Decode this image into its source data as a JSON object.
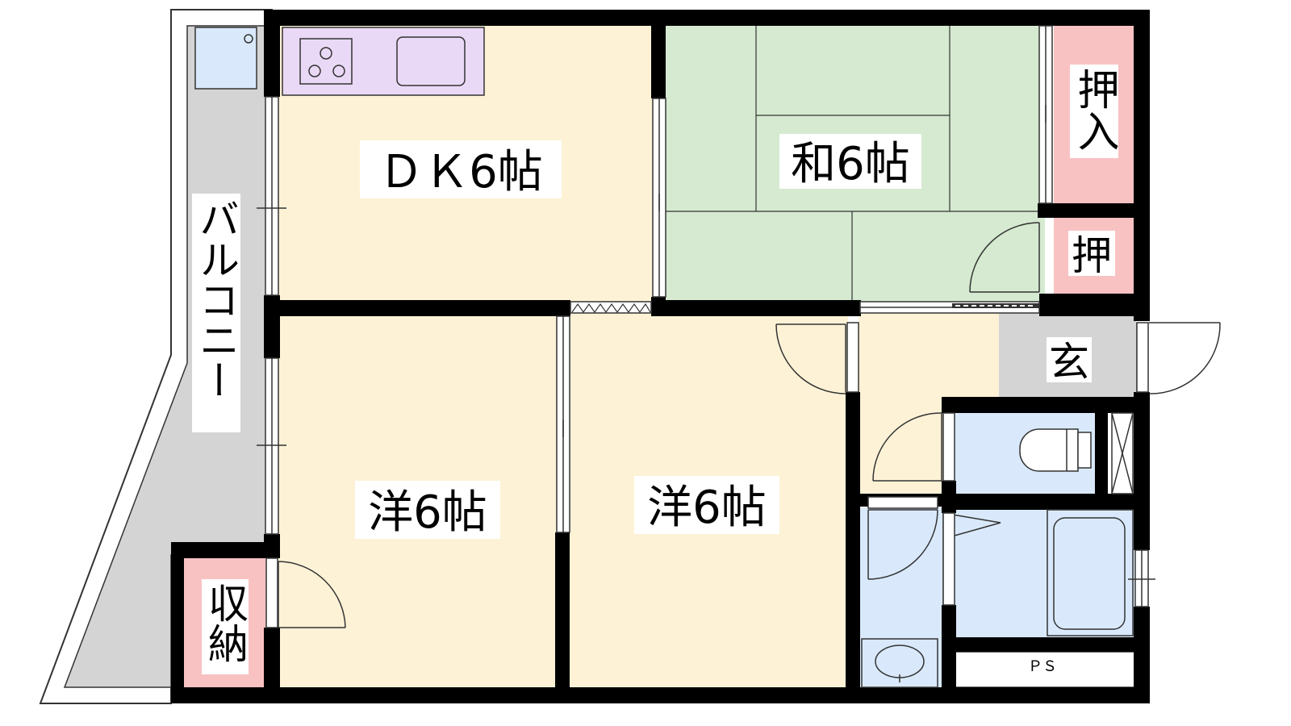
{
  "rooms": {
    "dk": "ＤＫ6帖",
    "washitsu": "和6帖",
    "yoshitsu_left": "洋6帖",
    "yoshitsu_right": "洋6帖"
  },
  "storage": {
    "oshiire_top": "押入",
    "oshi": "押",
    "shuno": "収納"
  },
  "areas": {
    "balcony": "バルコニー",
    "genkan": "玄",
    "ps": "ＰＳ"
  },
  "colors": {
    "wall": "#000000",
    "dk_floor": "#fdf2d6",
    "washitsu_floor": "#d5ead0",
    "storage_pink": "#f9c2c2",
    "wet_blue": "#d9e9fb",
    "balcony_gray": "#d4d4d4",
    "kitchen_purple": "#ead9f6"
  }
}
